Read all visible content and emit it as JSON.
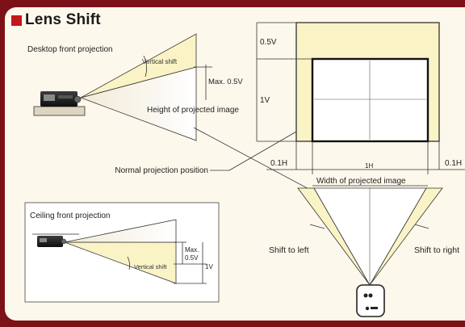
{
  "title": "Lens Shift",
  "desktop": {
    "label": "Desktop front projection",
    "vertical_shift": "Vertical shift",
    "max_shift": "Max. 0.5V",
    "height_label": "Height of projected image"
  },
  "normal_position": "Normal projection position",
  "screen": {
    "upper_label": "0.5V",
    "full_label": "1V",
    "left_label": "0.1H",
    "center_label": "1H",
    "right_label": "0.1H",
    "width_label": "Width of projected image"
  },
  "shift": {
    "left": "Shift to left",
    "right": "Shift to right"
  },
  "ceiling": {
    "label": "Ceiling front projection",
    "max_label_1": "Max.",
    "max_label_2": "0.5V",
    "vertical_shift": "Vertical shift",
    "full_label": "1V"
  },
  "colors": {
    "frame": "#7d1118",
    "panel": "#fdf8ec",
    "accent": "#c5161d",
    "shift_area": "#faf3c6"
  }
}
